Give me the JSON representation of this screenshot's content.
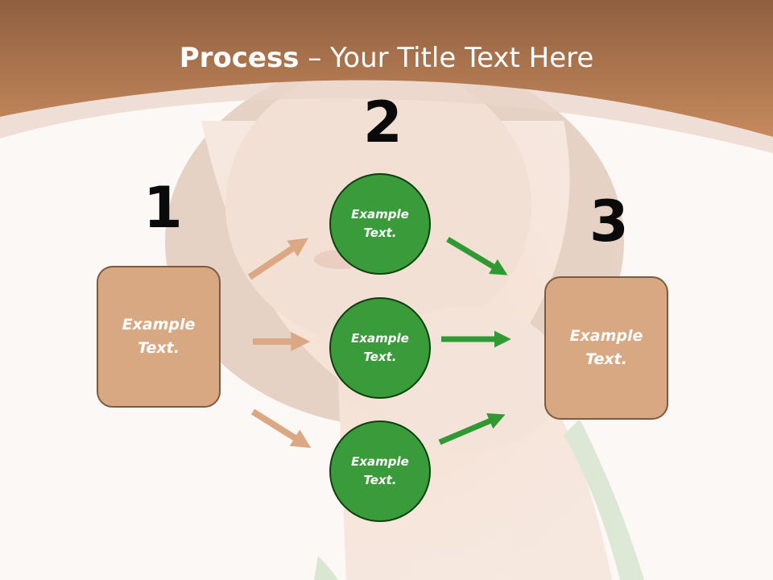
{
  "title": {
    "bold": "Process",
    "rest": " – Your Title Text Here"
  },
  "steps": [
    {
      "number": "1",
      "text": "Example Text."
    },
    {
      "number": "2",
      "items": [
        "Example Text.",
        "Example Text.",
        "Example Text."
      ]
    },
    {
      "number": "3",
      "text": "Example Text."
    }
  ],
  "colors": {
    "header": "#b8794f",
    "box_fill": "#d8a882",
    "circle_fill": "#3a9b3a",
    "arrow_tan": "#dba883",
    "arrow_green": "#2f9a33"
  }
}
